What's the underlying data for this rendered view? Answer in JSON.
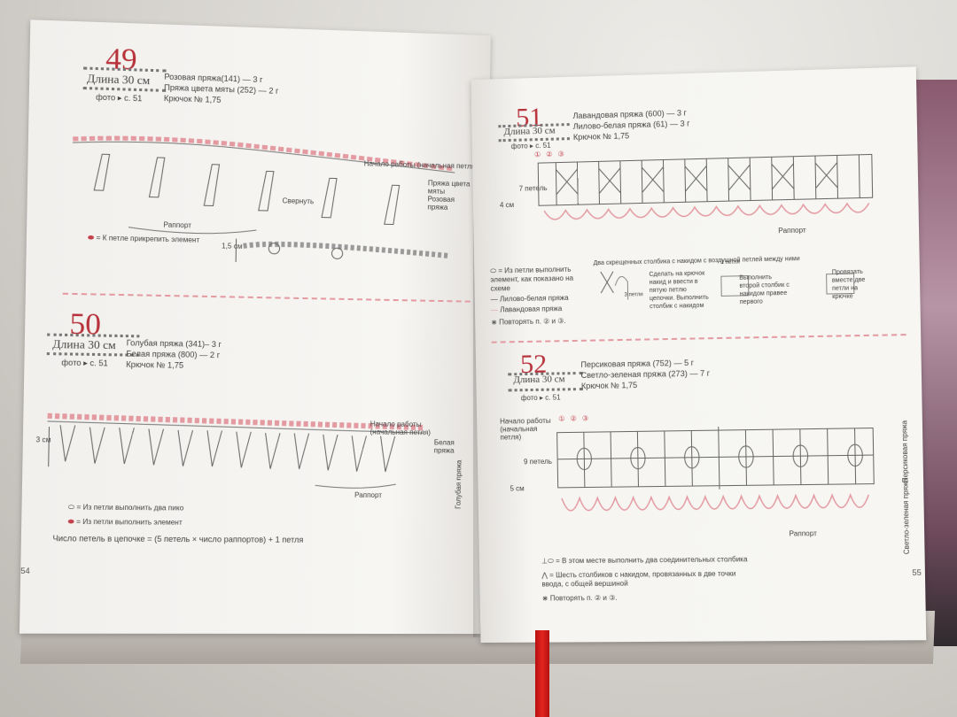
{
  "left_page": {
    "page_number": "54",
    "pattern_49": {
      "number": "49",
      "length": "Длина 30 см",
      "photo": "фото ▸ с. 51",
      "yarn": [
        "Розовая пряжа(141) — 3 г",
        "Пряжа цвета мяты (252) — 2 г",
        "Крючок № 1,75"
      ],
      "start_label": "Начало работы (начальная петля)",
      "side_labels": [
        "Пряжа цвета мяты",
        "Розовая пряжа"
      ],
      "twist_label": "Свернуть",
      "repeat_label": "Раппорт",
      "attach_note": "= К петле прикрепить элемент",
      "height_label": "1,5 см"
    },
    "pattern_50": {
      "number": "50",
      "length": "Длина 30 см",
      "photo": "фото ▸ с. 51",
      "yarn": [
        "Голубая пряжа (341)– 3 г",
        "Белая пряжа (800) — 2 г",
        "Крючок № 1,75"
      ],
      "start_label": "Начало работы (начальная петля)",
      "side_label_1": "Белая пряжа",
      "side_label_2": "Голубая пряжа",
      "height_label": "3 см",
      "repeat_label": "Раппорт",
      "notes": [
        "= Из петли выполнить два пико",
        "= Из петли выполнить элемент",
        "Число петель в цепочке = (5 петель × число раппортов) + 1 петля"
      ]
    }
  },
  "right_page": {
    "page_number": "55",
    "pattern_51": {
      "number": "51",
      "length": "Длина 30 см",
      "photo": "фото ▸ с. 51",
      "yarn": [
        "Лавандовая пряжа (600) — 3 г",
        "Лилово-белая пряжа (61) — 3 г",
        "Крючок № 1,75"
      ],
      "loops_label": "7 петель",
      "height_label": "4 см",
      "repeat_label": "Раппорт",
      "notes": [
        "= Из петли выполнить элемент, как показано на схеме",
        "Лилово-белая пряжа",
        "Лавандовая пряжа",
        "Повторять п. ② и ③."
      ],
      "crossed_title": "Два скрещенных столбика с накидом с воздушной петлей между ними",
      "steps": [
        "Сделать на крючок накид и ввести в пятую петлю цепочки. Выполнить столбик с накидом",
        "Выполнить второй столбик с накидом правее первого",
        "Провязать вместе две петли на крючке"
      ],
      "step_small": [
        "3 петли",
        "1 петля"
      ]
    },
    "pattern_52": {
      "number": "52",
      "length": "Длина 30 см",
      "photo": "фото ▸ с. 51",
      "yarn": [
        "Персиковая пряжа (752) — 5 г",
        "Светло-зеленая пряжа (273) — 7 г",
        "Крючок № 1,75"
      ],
      "start_label": "Начало работы (начальная петля)",
      "loops_label": "9 петель",
      "height_label": "5 см",
      "repeat_label": "Раппорт",
      "side_label_1": "Персиковая пряжа",
      "side_label_2": "Светло-зеленая пряжа",
      "notes": [
        "= В этом месте выполнить два соединительных столбика",
        "= Шесть столбиков с накидом, провязанных в две точки ввода, с общей вершиной",
        "Повторять п. ② и ③."
      ]
    }
  },
  "colors": {
    "accent": "#b7323a",
    "pink_line": "#e39aa1",
    "chart_line": "#555555"
  }
}
